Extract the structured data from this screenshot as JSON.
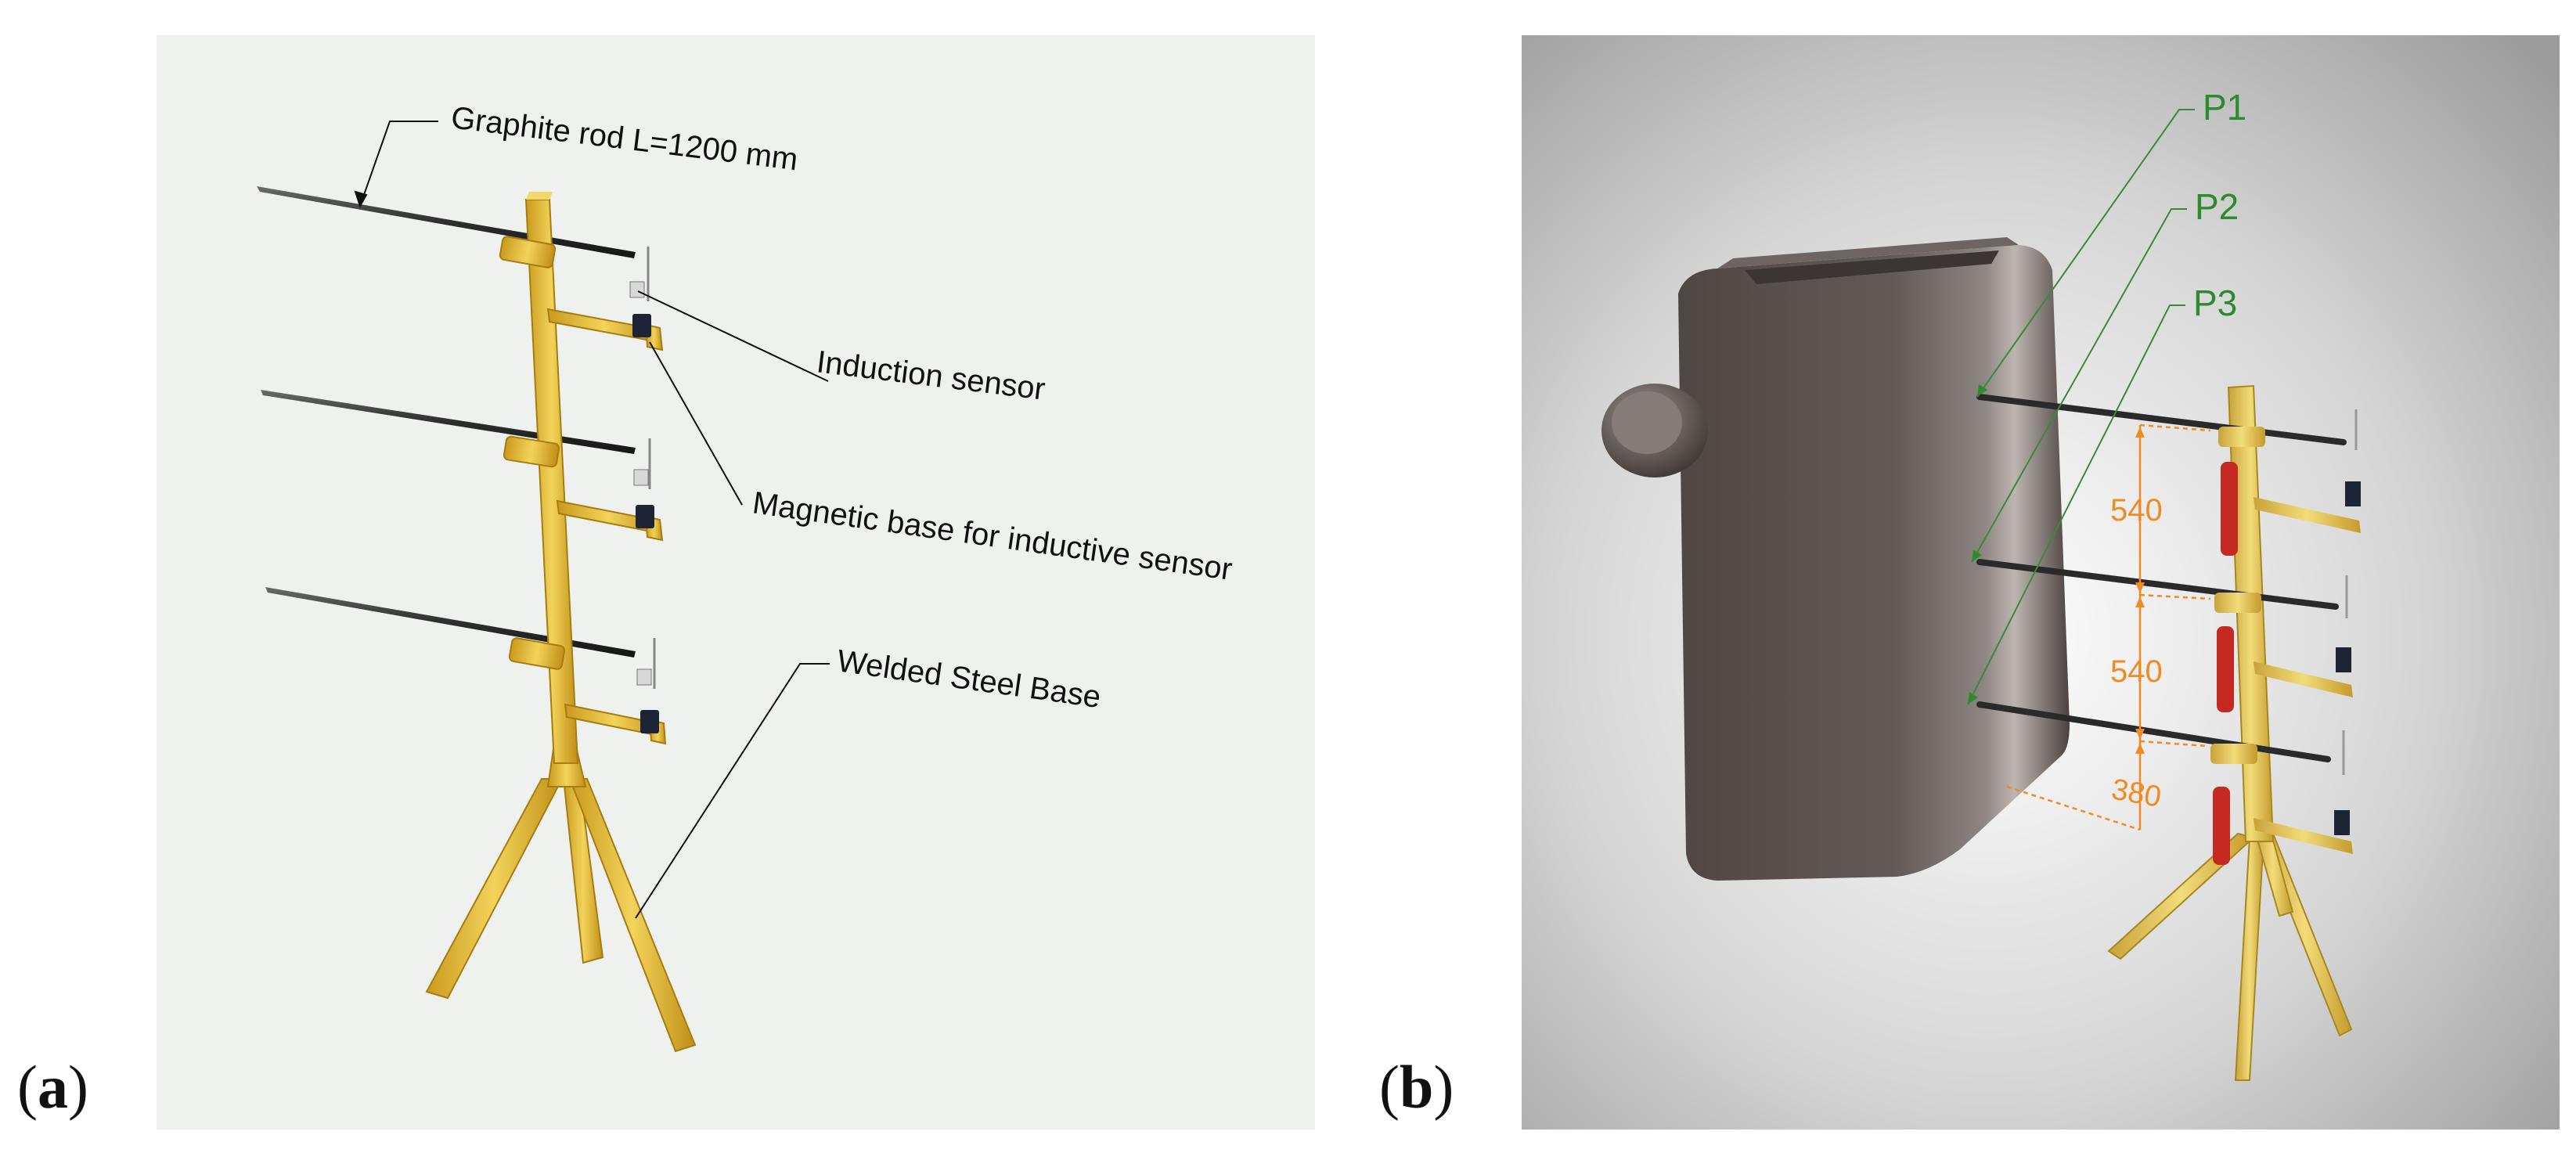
{
  "panels": {
    "a": {
      "label": "a",
      "callouts": {
        "rod": "Graphite rod L=1200 mm",
        "sensor": "Induction sensor",
        "base": "Magnetic base for inductive sensor",
        "steel": "Welded Steel Base"
      }
    },
    "b": {
      "label": "b",
      "points": [
        "P1",
        "P2",
        "P3"
      ],
      "dims": [
        "540",
        "540",
        "380"
      ]
    }
  },
  "colors": {
    "frame_yellow": "#e8c23e",
    "rod_dark": "#3a3a3a",
    "callout_green": "#2e8a2e",
    "dimension_orange": "#f08a24",
    "tank_gray": "#5d5552"
  }
}
